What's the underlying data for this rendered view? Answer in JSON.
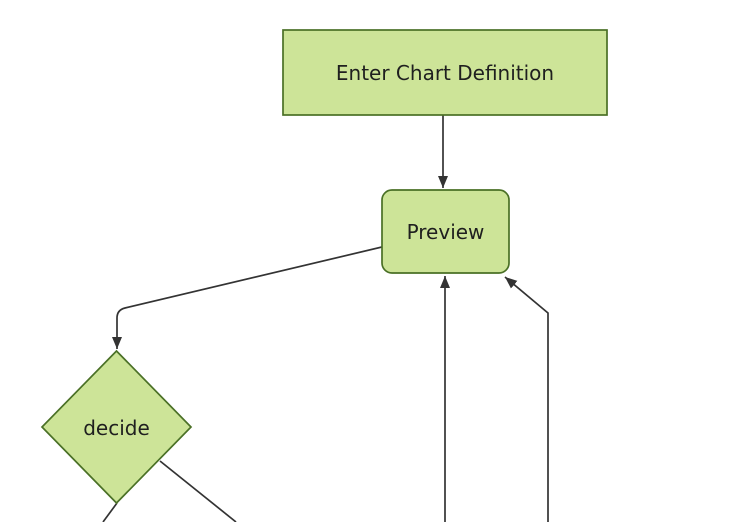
{
  "diagram": {
    "type": "flowchart",
    "direction": "top-down",
    "nodes": [
      {
        "id": "A",
        "label": "Enter Chart Definition",
        "shape": "rectangle"
      },
      {
        "id": "B",
        "label": "Preview",
        "shape": "rounded-rectangle"
      },
      {
        "id": "C",
        "label": "decide",
        "shape": "diamond"
      }
    ],
    "edges": [
      {
        "from": "A",
        "to": "B",
        "arrow": true
      },
      {
        "from": "B",
        "to": "C",
        "arrow": true
      },
      {
        "from": "offscreen-bottom",
        "to": "B",
        "arrow": true
      },
      {
        "from": "offscreen-bottom-right",
        "to": "B",
        "arrow": true
      },
      {
        "from": "C",
        "to": "offscreen-bottom-left",
        "arrow": false
      },
      {
        "from": "C",
        "to": "offscreen-bottom-right",
        "arrow": false
      }
    ]
  },
  "theme": {
    "bg": "#ffffff",
    "node-fill": "#cde498",
    "node-border": "#4a7026",
    "edge-color": "#333333",
    "text-color": "#1f1f1f"
  }
}
